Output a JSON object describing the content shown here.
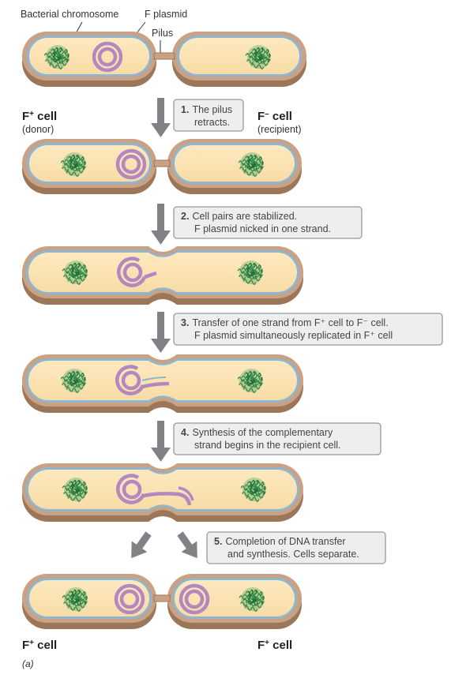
{
  "labels": {
    "bacterial_chromosome": "Bacterial chromosome",
    "f_plasmid": "F plasmid",
    "pilus": "Pilus"
  },
  "cells": {
    "donor_title_base": "F",
    "donor_title_sup": "+",
    "donor_title_rest": " cell",
    "donor_sub": "(donor)",
    "recipient_title_base": "F",
    "recipient_title_sup": "–",
    "recipient_title_rest": " cell",
    "recipient_sub": "(recipient)",
    "final_left_base": "F",
    "final_left_sup": "+",
    "final_left_rest": " cell",
    "final_right_base": "F",
    "final_right_sup": "+",
    "final_right_rest": " cell"
  },
  "steps": [
    {
      "num": "1.",
      "line1": "The pilus",
      "line2": "retracts."
    },
    {
      "num": "2.",
      "line1": "Cell pairs are stabilized.",
      "line2": "F plasmid nicked in one strand."
    },
    {
      "num": "3.",
      "line1": "Transfer of one strand from F⁺ cell to F⁻ cell.",
      "line2": "F plasmid simultaneously replicated in F⁺ cell"
    },
    {
      "num": "4.",
      "line1": "Synthesis of the complementary",
      "line2": "strand begins in the recipient cell."
    },
    {
      "num": "5.",
      "line1": "Completion of DNA transfer",
      "line2": "and synthesis. Cells separate."
    }
  ],
  "caption": "(a)",
  "colors": {
    "cytoplasm": "#fbe5b5",
    "membrane_blue": "#8fb6cf",
    "cell_wall": "#c9a184",
    "cell_shadow": "#9c7658",
    "chromosome": "#2e8a47",
    "plasmid": "#b387bf",
    "arrow": "#808285",
    "box_fill": "#eeeeee",
    "box_stroke": "#999999"
  }
}
